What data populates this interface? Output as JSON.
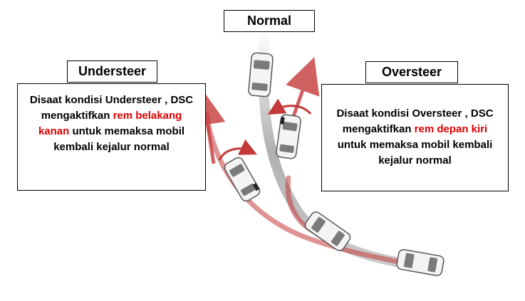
{
  "labels": {
    "normal": "Normal",
    "understeer": "Understeer",
    "oversteer": "Oversteer"
  },
  "understeer_box": {
    "text_before": "Disaat kondisi Understeer , DSC mengaktifkan",
    "highlight": "rem belakang kanan",
    "text_after": "untuk memaksa mobil kembali kejalur normal"
  },
  "oversteer_box": {
    "text_before": "Disaat kondisi Oversteer , DSC mengaktifkan",
    "highlight": "rem depan kiri",
    "text_after": "untuk memaksa mobil kembali kejalur normal"
  },
  "colors": {
    "highlight": "#e00000",
    "path_red": "#c43a3a",
    "path_normal": "#a8a8a8"
  }
}
